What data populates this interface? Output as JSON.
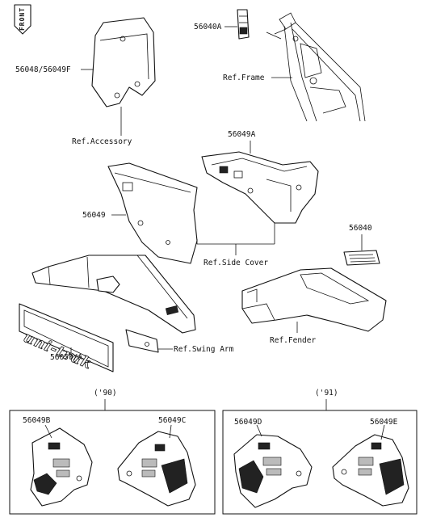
{
  "orientation": {
    "front_label": "FRONT"
  },
  "labels": {
    "p56040A": "56040A",
    "ref_frame": "Ref.Frame",
    "p56048_56049F": "56048/56049F",
    "ref_accessory": "Ref.Accessory",
    "p56049A": "56049A",
    "p56049": "56049",
    "ref_side_cover": "Ref.Side Cover",
    "p56040": "56040",
    "ref_fender": "Ref.Fender",
    "p56050A": "56050/A",
    "ref_swing_arm": "Ref.Swing Arm",
    "year_90": "('90)",
    "year_91": "('91)",
    "p56049B": "56049B",
    "p56049C": "56049C",
    "p56049D": "56049D",
    "p56049E": "56049E"
  },
  "decal_text": "uni-trak"
}
